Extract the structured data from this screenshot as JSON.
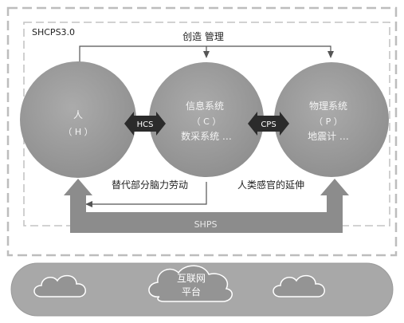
{
  "system_label": "SHCPS3.0",
  "top_label": "创造 管理",
  "nodes": {
    "human": {
      "name": "人",
      "code": "（ H ）"
    },
    "info": {
      "name": "信息系统",
      "code": "（ C ）",
      "example": "数采系统 …"
    },
    "physical": {
      "name": "物理系统",
      "code": "（ P ）",
      "example": "地震计 …"
    }
  },
  "links": {
    "hcs": "HCS",
    "cps": "CPS"
  },
  "captions": {
    "replace_labor": "替代部分脑力劳动",
    "extend_senses": "人类感官的延伸"
  },
  "shps": "SHPS",
  "platform": {
    "line1": "互联网",
    "line2": "平台"
  },
  "colors": {
    "circle": "#9a9a9a",
    "arrow_gray": "#8c8c8c",
    "dark": "#2b2b2b",
    "border": "#bdbdbd",
    "capsule": "#a8a8a8",
    "cloud": "#949494"
  }
}
